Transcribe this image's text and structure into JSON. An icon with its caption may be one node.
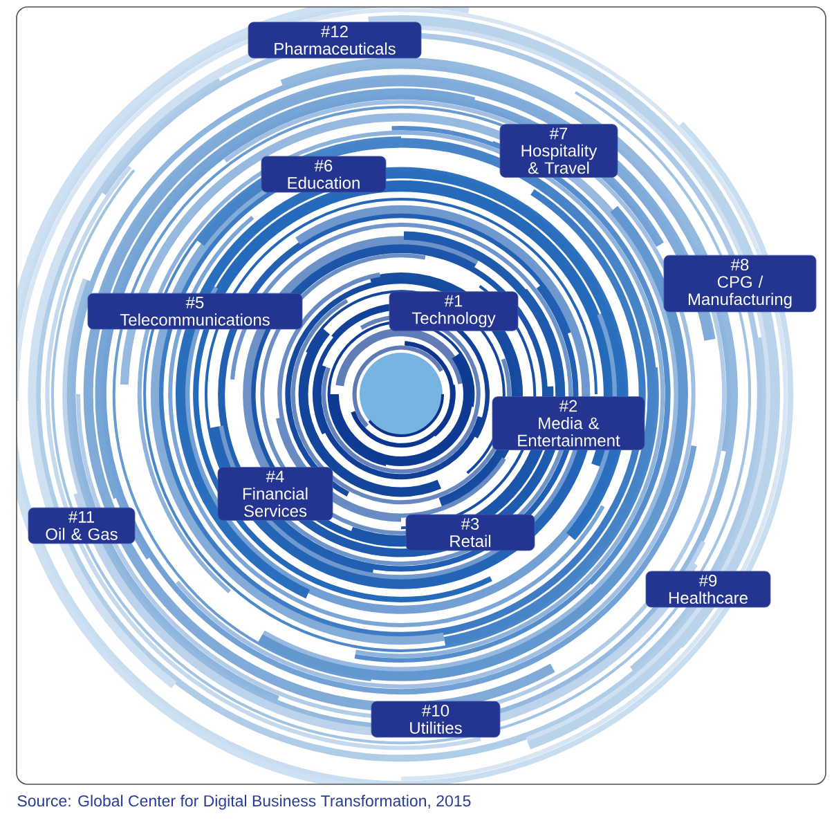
{
  "diagram": {
    "caption": "Source: Global Center for Digital Business Transformation, 2015",
    "nodes": [
      {
        "text": [
          "#12",
          "Pharmaceuticals"
        ]
      },
      {
        "text": [
          "#7",
          "Hospitality & Travel"
        ]
      },
      {
        "text": [
          "#6",
          "Education"
        ]
      },
      {
        "text": [
          "#8",
          "CPG / Manufacturing"
        ]
      },
      {
        "text": [
          "#5",
          "Telecommunications"
        ]
      },
      {
        "text": [
          "#1",
          "Technology"
        ]
      },
      {
        "text": [
          "#2",
          "Media & Entertainment"
        ]
      },
      {
        "text": [
          "#4",
          "Financial Services"
        ]
      },
      {
        "text": [
          "#11",
          "Oil & Gas"
        ]
      },
      {
        "text": [
          "#3",
          "Retail"
        ]
      },
      {
        "text": [
          "#9",
          "Healthcare"
        ]
      },
      {
        "text": [
          "#10",
          "Utilities"
        ]
      }
    ]
  }
}
